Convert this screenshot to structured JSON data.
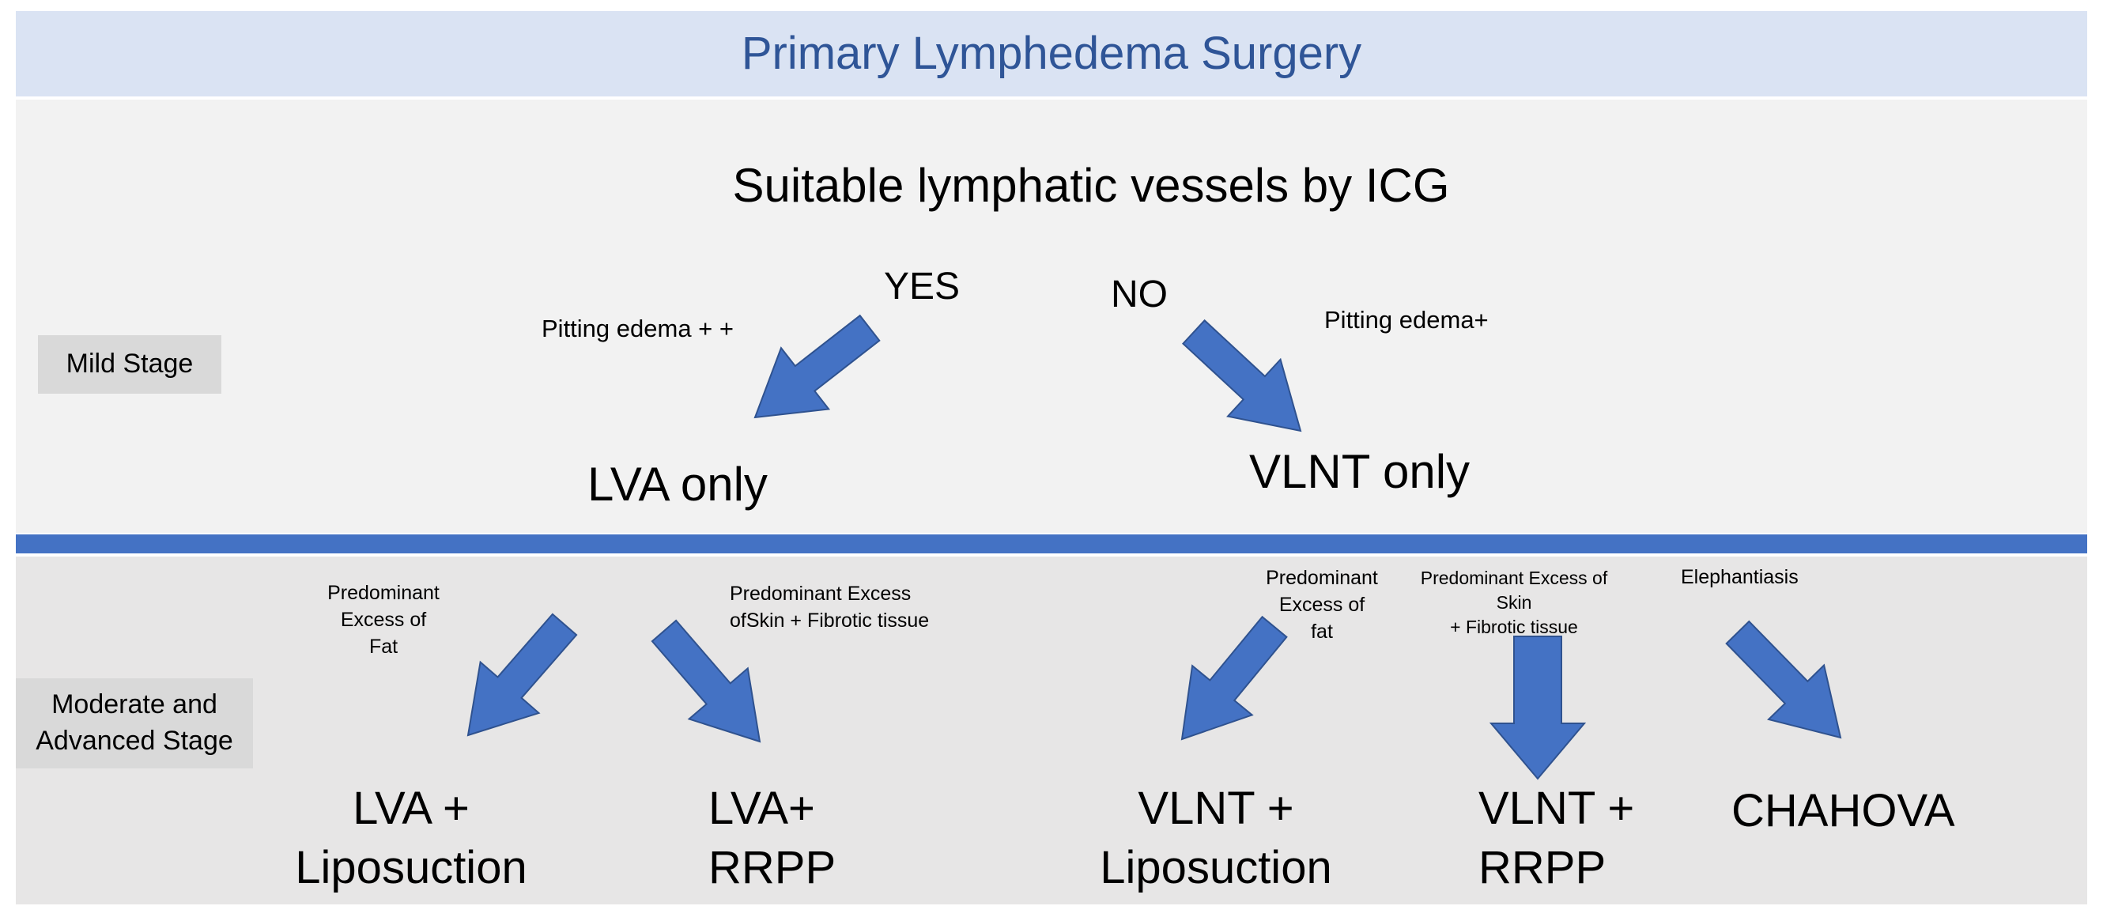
{
  "title": "Primary Lymphedema Surgery",
  "colors": {
    "title_band": "#dae3f3",
    "title_text": "#2f5597",
    "arrow": "#4472c4",
    "divider": "#4472c4",
    "mild_panel": "#f2f2f2",
    "advanced_panel": "#e7e6e6",
    "stage_box": "#d9d9d9"
  },
  "mild": {
    "stage_label": "Mild Stage",
    "question": "Suitable lymphatic vessels by ICG",
    "yes_label": "YES",
    "no_label": "NO",
    "yes_note": "Pitting edema + +",
    "no_note": "Pitting edema+",
    "yes_result": "LVA only",
    "no_result": "VLNT only"
  },
  "advanced": {
    "stage_label": "Moderate and\nAdvanced Stage",
    "notes": [
      "Predominant\nExcess of\nFat",
      "Predominant Excess\nofSkin + Fibrotic tissue",
      "Predominant\nExcess of\nfat",
      "Predominant Excess of\nSkin\n+ Fibrotic tissue",
      "Elephantiasis"
    ],
    "results": [
      "LVA +\nLiposuction",
      "LVA+\nRRPP",
      "VLNT +\nLiposuction",
      "VLNT +\nRRPP",
      "CHAHOVA"
    ]
  }
}
